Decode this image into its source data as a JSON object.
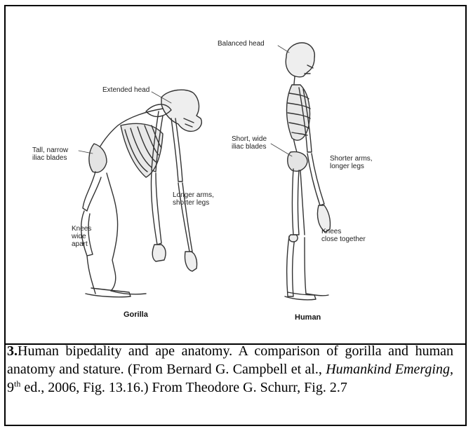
{
  "figure": {
    "labels": {
      "balanced_head": "Balanced head",
      "extended_head": "Extended head",
      "tall_narrow": "Tall, narrow\niliac blades",
      "short_wide": "Short, wide\niliac blades",
      "longer_arms": "Longer arms,\nshorter legs",
      "shorter_arms": "Shorter arms,\nlonger legs",
      "knees_wide": "Knees\nwide\napart",
      "knees_close": "Knees\nclose together"
    },
    "species": {
      "gorilla": "Gorilla",
      "human": "Human"
    }
  },
  "caption": {
    "number": "3.",
    "part1": "Human bipedality and ape anatomy. A comparison of gorilla and human anatomy and stature. (From Bernard G. Campbell et al., ",
    "book_title": "Humankind Emerging,",
    "part2": " 9",
    "sup": "th",
    "part3": " ed., 2006, Fig. 13.16.) From Theodore G. Schurr, Fig. 2.7"
  }
}
